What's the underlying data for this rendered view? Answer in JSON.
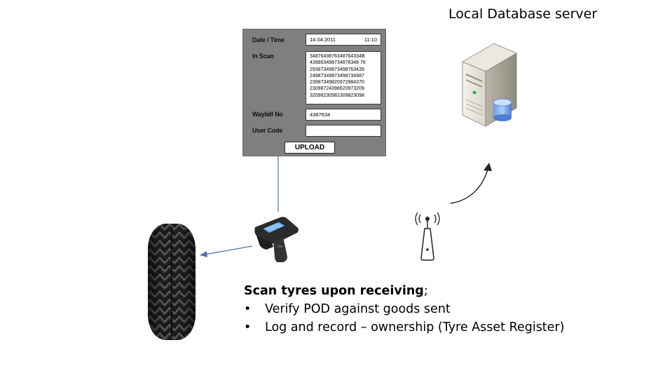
{
  "server": {
    "title": "Local Database server"
  },
  "form": {
    "datetime_label": "Date / Time",
    "date_value": "14.04.2011",
    "time_value": "11:10",
    "in_scan_label": "In Scan",
    "in_scan_values": [
      "3487643876348764334B",
      "439863498734876348 76",
      "29387349873498763439",
      "24987349873498734987",
      "23987349820972984370",
      "23098724398620973209",
      "32098230982309823098"
    ],
    "waybill_label": "Waybill No",
    "waybill_value": "4387634",
    "user_code_label": "User Code",
    "user_code_value": "",
    "upload_label": "UPLOAD"
  },
  "caption": {
    "heading": "Scan tyres upon receiving",
    "heading_suffix": ";",
    "bullet_symbol": "•",
    "bullets": [
      "Verify POD against goods sent",
      "Log and record – ownership (Tyre Asset Register)"
    ]
  },
  "colors": {
    "panel": "#7f7f7f",
    "connector": "#4a74b8",
    "arrow": "#222222"
  }
}
